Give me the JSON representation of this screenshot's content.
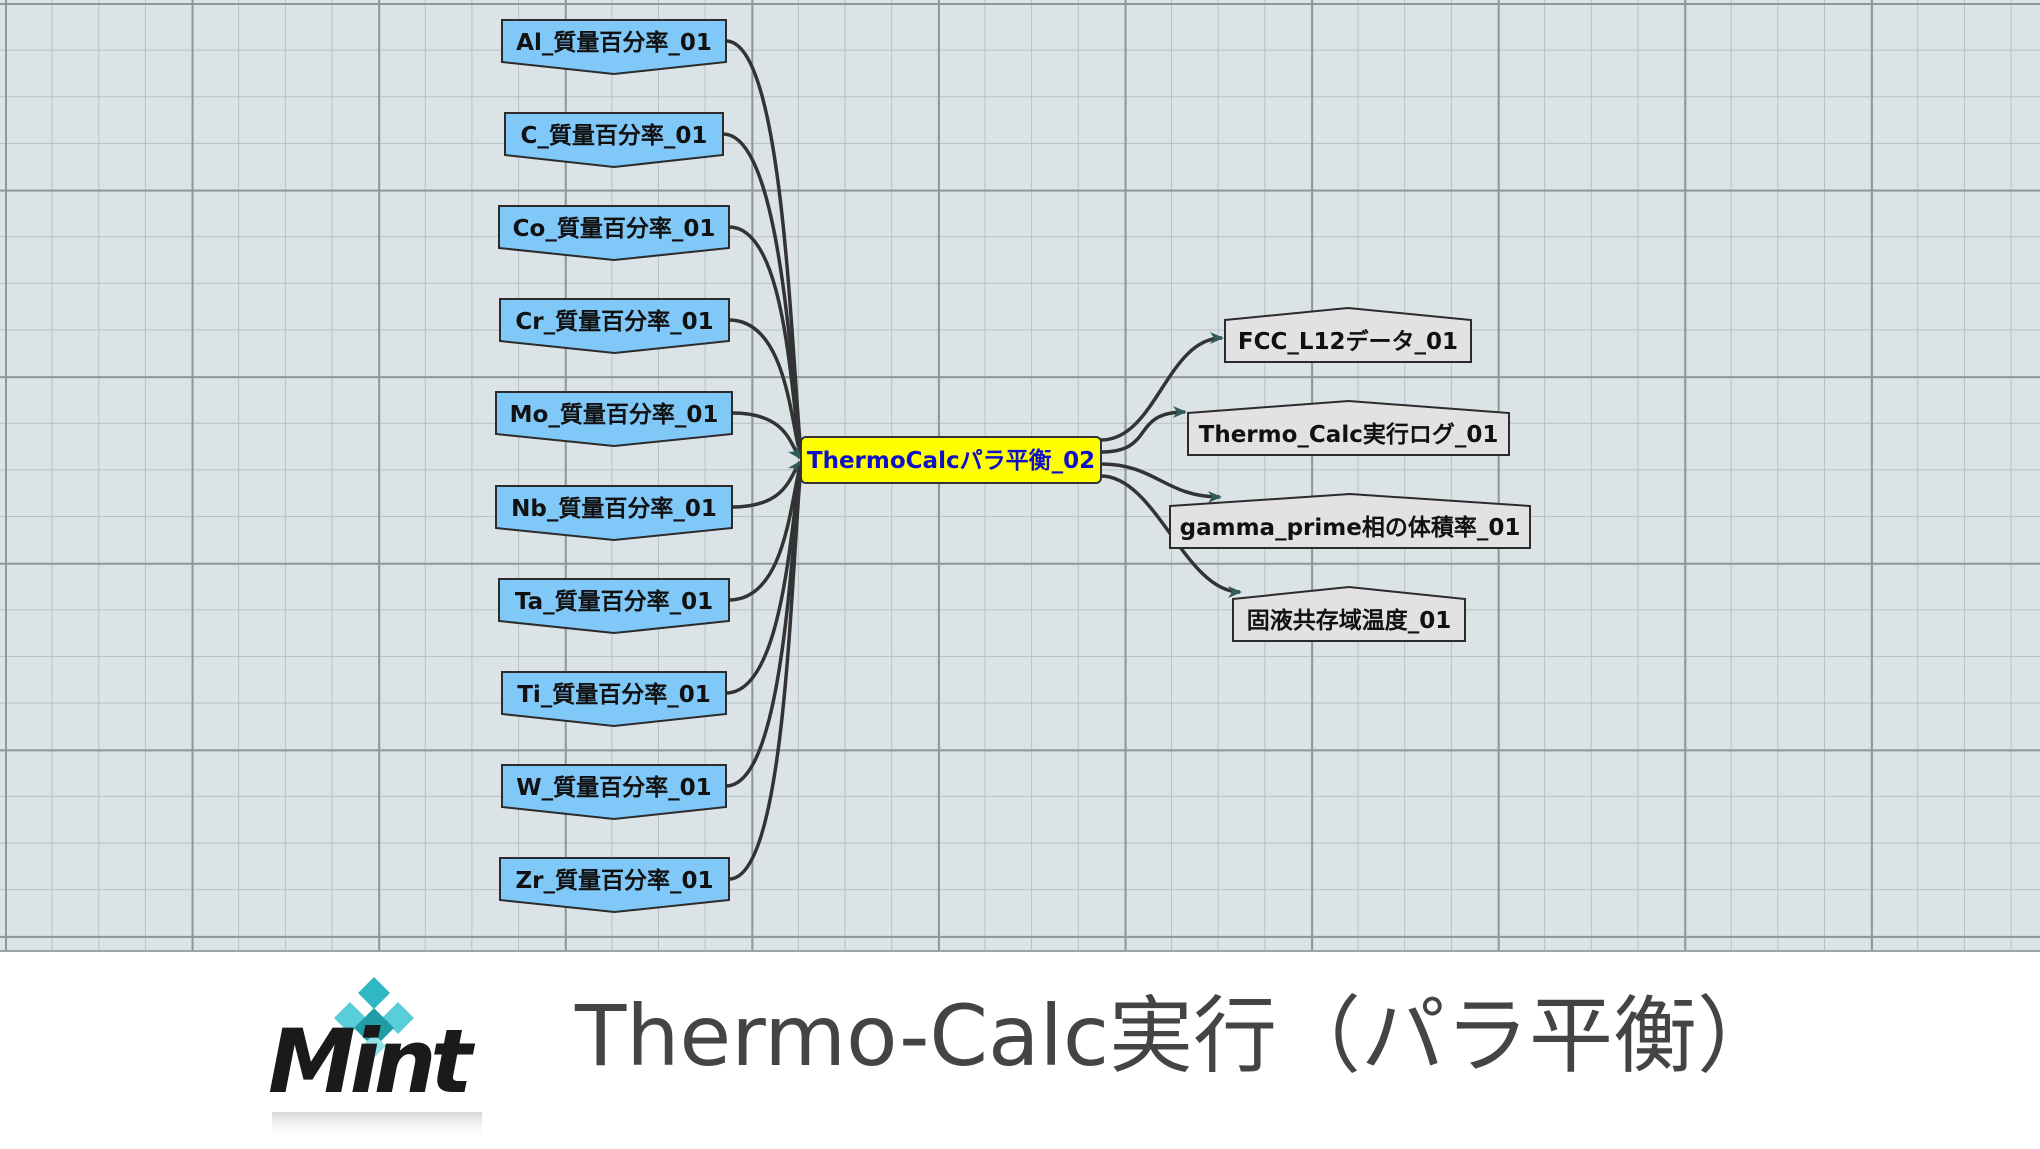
{
  "diagram": {
    "process_node": {
      "label": "ThermoCalcパラ平衡_02"
    },
    "input_nodes": [
      {
        "label": "Al_質量百分率_01"
      },
      {
        "label": "C_質量百分率_01"
      },
      {
        "label": "Co_質量百分率_01"
      },
      {
        "label": "Cr_質量百分率_01"
      },
      {
        "label": "Mo_質量百分率_01"
      },
      {
        "label": "Nb_質量百分率_01"
      },
      {
        "label": "Ta_質量百分率_01"
      },
      {
        "label": "Ti_質量百分率_01"
      },
      {
        "label": "W_質量百分率_01"
      },
      {
        "label": "Zr_質量百分率_01"
      }
    ],
    "output_nodes": [
      {
        "label": "FCC_L12データ_01"
      },
      {
        "label": "Thermo_Calc実行ログ_01"
      },
      {
        "label": "gamma_prime相の体積率_01"
      },
      {
        "label": "固液共存域温度_01"
      }
    ],
    "colors": {
      "input_fill": "#80c8f8",
      "process_fill": "#ffff00",
      "output_fill": "#e2e2e2",
      "edge": "#333333",
      "arrowhead": "#2f5b5b"
    }
  },
  "footer": {
    "logo_text": "Mint",
    "title": "Thermo-Calc実行（パラ平衡）"
  }
}
